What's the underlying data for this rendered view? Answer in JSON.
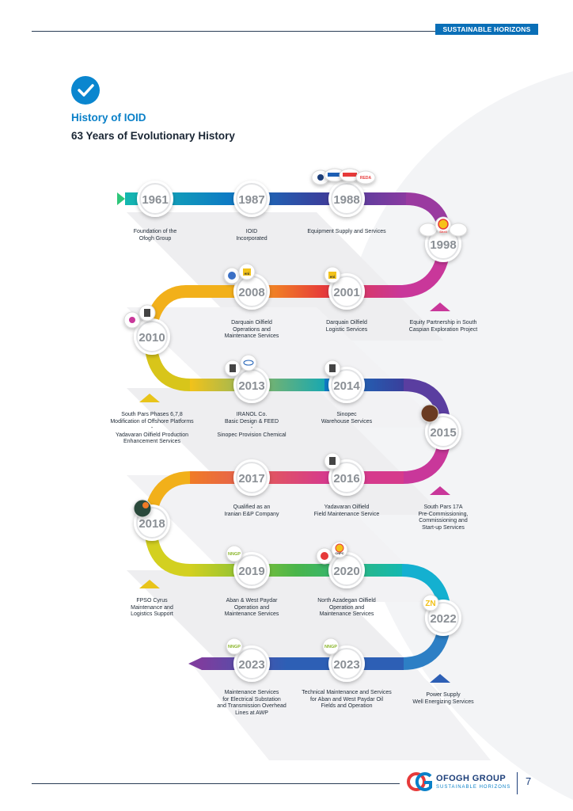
{
  "header": {
    "badge": "SUSTAINABLE HORIZONS"
  },
  "section": {
    "title": "History of IOID",
    "subtitle": "63 Years of Evolutionary History"
  },
  "colors": {
    "accent_blue": "#0a80c8",
    "teal": "#14b8b0",
    "indigo": "#2d3b99",
    "purple": "#7d3d9e",
    "magenta": "#c9379a",
    "orange": "#f07b26",
    "red": "#e63a3a",
    "yellow": "#f2c21a",
    "green": "#4ab54a",
    "lime": "#c4d82e"
  },
  "years": {
    "y1961": "1961",
    "y1987": "1987",
    "y1988": "1988",
    "y1998": "1998",
    "y2008": "2008",
    "y2001": "2001",
    "y2010": "2010",
    "y2013": "2013",
    "y2014": "2014",
    "y2015": "2015",
    "y2017": "2017",
    "y2016": "2016",
    "y2018": "2018",
    "y2019": "2019",
    "y2020": "2020",
    "y2022": "2022",
    "y2023a": "2023",
    "y2023b": "2023"
  },
  "captions": {
    "c1961": [
      "Foundation of the",
      "Ofogh Group"
    ],
    "c1987": [
      "IOID",
      "Incorporated"
    ],
    "c1988": [
      "Equipment Supply and Services"
    ],
    "c1998": [
      "Equity Partnership in South",
      "Caspian Exploration Project"
    ],
    "c2001": [
      "Darquain Oilfield",
      "Logistic Services"
    ],
    "c2008": [
      "Darquain Oilfield",
      "Operations and",
      "Maintenance Services"
    ],
    "c2010": [
      "South Pars Phases 6,7,8",
      "Modification of Offshore Platforms",
      "-",
      "Yadavaran Oilfield Production",
      "Enhancement Services"
    ],
    "c2013": [
      "IRANOL Co.",
      "Basic Design & FEED",
      "-",
      "Sinopec Provision Chemical"
    ],
    "c2014": [
      "Sinopec",
      "Warehouse Services"
    ],
    "c2015": [
      "South Pars 17A",
      "Pre-Commissioning,",
      "Commissioning and",
      "Start-up Services"
    ],
    "c2016": [
      "Yadavaran Oilfield",
      "Field Maintenance Service"
    ],
    "c2017": [
      "Qualified as an",
      "Iranian E&P Company"
    ],
    "c2018": [
      "FPSO Cyrus",
      "Maintenance and",
      "Logistics Support"
    ],
    "c2019": [
      "Aban & West Paydar",
      "Operation and",
      "Maintenance Services"
    ],
    "c2020": [
      "North Azadegan Oilfield",
      "Operation and",
      "Maintenance Services"
    ],
    "c2022": [
      "Power Supply",
      "Well Energizing Services"
    ],
    "c2023a": [
      "Maintenance Services",
      "for Electrical Substation",
      "and Transmission Overhead",
      "Lines at AWP"
    ],
    "c2023b": [
      "Technical Maintenance and Services",
      "for Aban and West Paydar Oil",
      "Fields and Operation"
    ]
  },
  "logos": {
    "eni": "eni",
    "shell": "Shell",
    "cnpc": "CNPC",
    "nngp": "NNGP",
    "reda": "REDA"
  },
  "footer": {
    "logo": "OFOGH GROUP",
    "tagline": "SUSTAINABLE HORIZONS",
    "page": "7"
  }
}
